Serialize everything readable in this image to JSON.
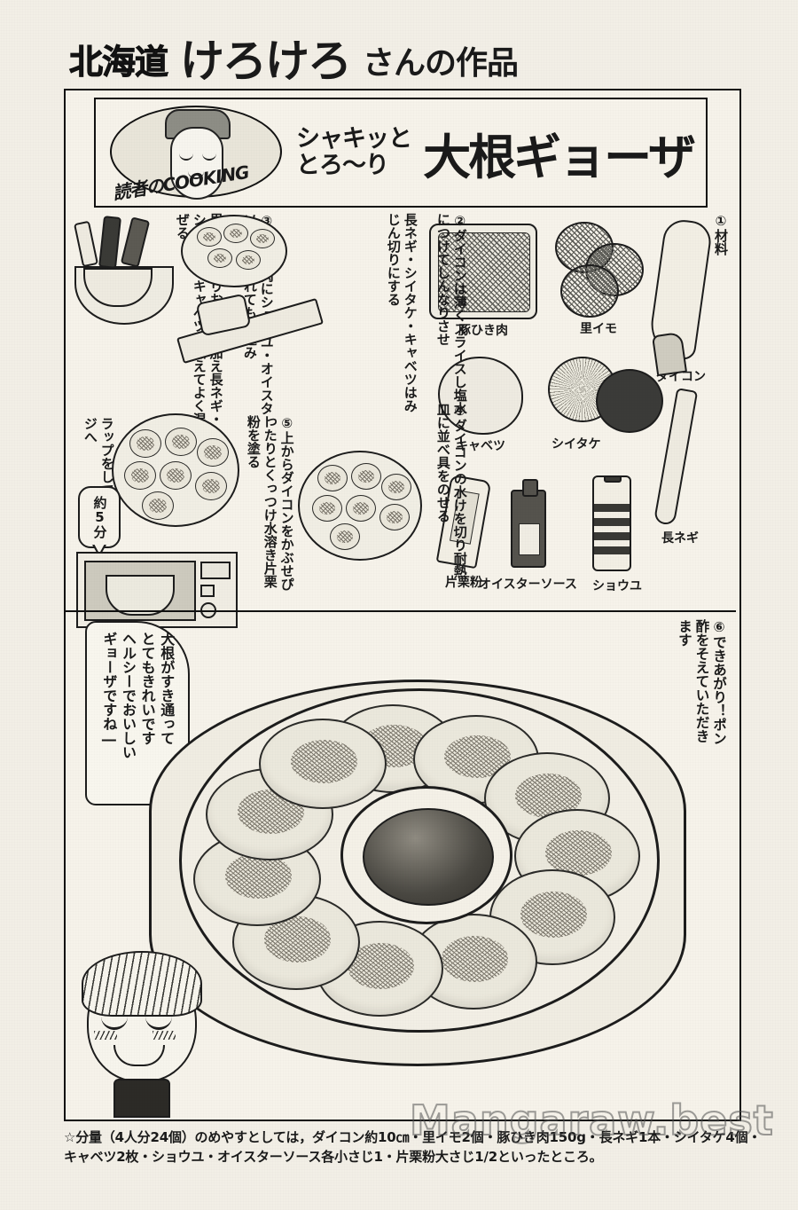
{
  "header": {
    "prefecture": "北海道",
    "contributor": "けろけろ",
    "suffix": "さんの作品"
  },
  "title_box": {
    "logo_text": "読者のCOOKING",
    "subtitle_line1": "シャキッと",
    "subtitle_line2": "とろ～り",
    "main_title": "大根ギョーザ"
  },
  "steps": {
    "step1": "①材料",
    "step2": "②ダイコンは薄くスライスし塩水につけてしんなりさせ",
    "step2b": "長ネギ・シイタケ・キャベツはみじん切りにする",
    "step3": "③豚ひき肉にショウユ・オイスターソースを入れてもみ込み",
    "step3b": "里イモをすりおろして加え長ネギ・シイタケ・キャベツも加えてよく混ぜる",
    "step4": "④ダイコンの水けを切り耐熱皿に並べ具をのせる",
    "step5": "⑤上からダイコンをかぶせぴったりとくっつけ水溶き片栗粉を塗る",
    "wrap_note": "ラップをしてレンジへ",
    "timer": "約5分",
    "step6": "⑥できあがり！ポン酢をそえていただきます"
  },
  "ingredients": [
    {
      "name": "ダイコン"
    },
    {
      "name": "里イモ"
    },
    {
      "name": "豚ひき肉"
    },
    {
      "name": "キャベツ"
    },
    {
      "name": "シイタケ"
    },
    {
      "name": "長ネギ"
    },
    {
      "name": "片栗粉"
    },
    {
      "name": "オイスターソース"
    },
    {
      "name": "ショウユ"
    }
  ],
  "speech": {
    "line1": "大根がすき通って",
    "line2": "とてもきれいです",
    "line3": "ヘルシーでおいしい",
    "line4": "ギョーザですね―"
  },
  "footnote": {
    "line1": "☆分量（4人分24個）のめやすとしては，ダイコン約10㎝・里イモ2個・豚ひき肉150g・長ネギ1本・シイタケ4個・",
    "line2": "キャベツ2枚・ショウユ・オイスターソース各小さじ1・片栗粉大さじ1/2といったところ。"
  },
  "watermark": {
    "text": "Mangaraw.best"
  }
}
